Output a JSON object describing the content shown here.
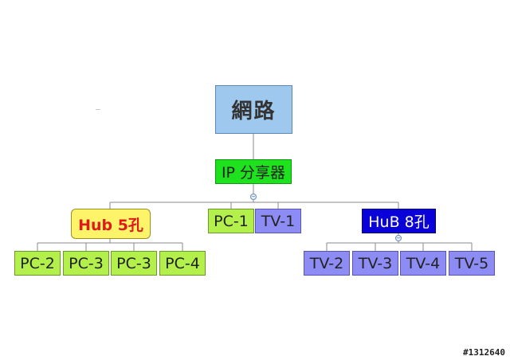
{
  "diagram": {
    "root": "網路",
    "router": "IP 分享器",
    "hub_left": "Hub 5孔",
    "hub_right": "HuB 8孔",
    "router_children": [
      "PC-1",
      "TV-1"
    ],
    "hub_left_children": [
      "PC-2",
      "PC-3",
      "PC-3",
      "PC-4"
    ],
    "hub_right_children": [
      "TV-2",
      "TV-3",
      "TV-4",
      "TV-5"
    ],
    "collapse_symbol": "−",
    "colors": {
      "root": "#9fc8ee",
      "router": "#1ee21e",
      "hub_left": "#fdf46a",
      "hub_left_text": "#e0191b",
      "hub_right": "#0a00d8",
      "pc": "#b3f04c",
      "tv": "#8c8cf4"
    }
  },
  "watermark": "#1312640"
}
